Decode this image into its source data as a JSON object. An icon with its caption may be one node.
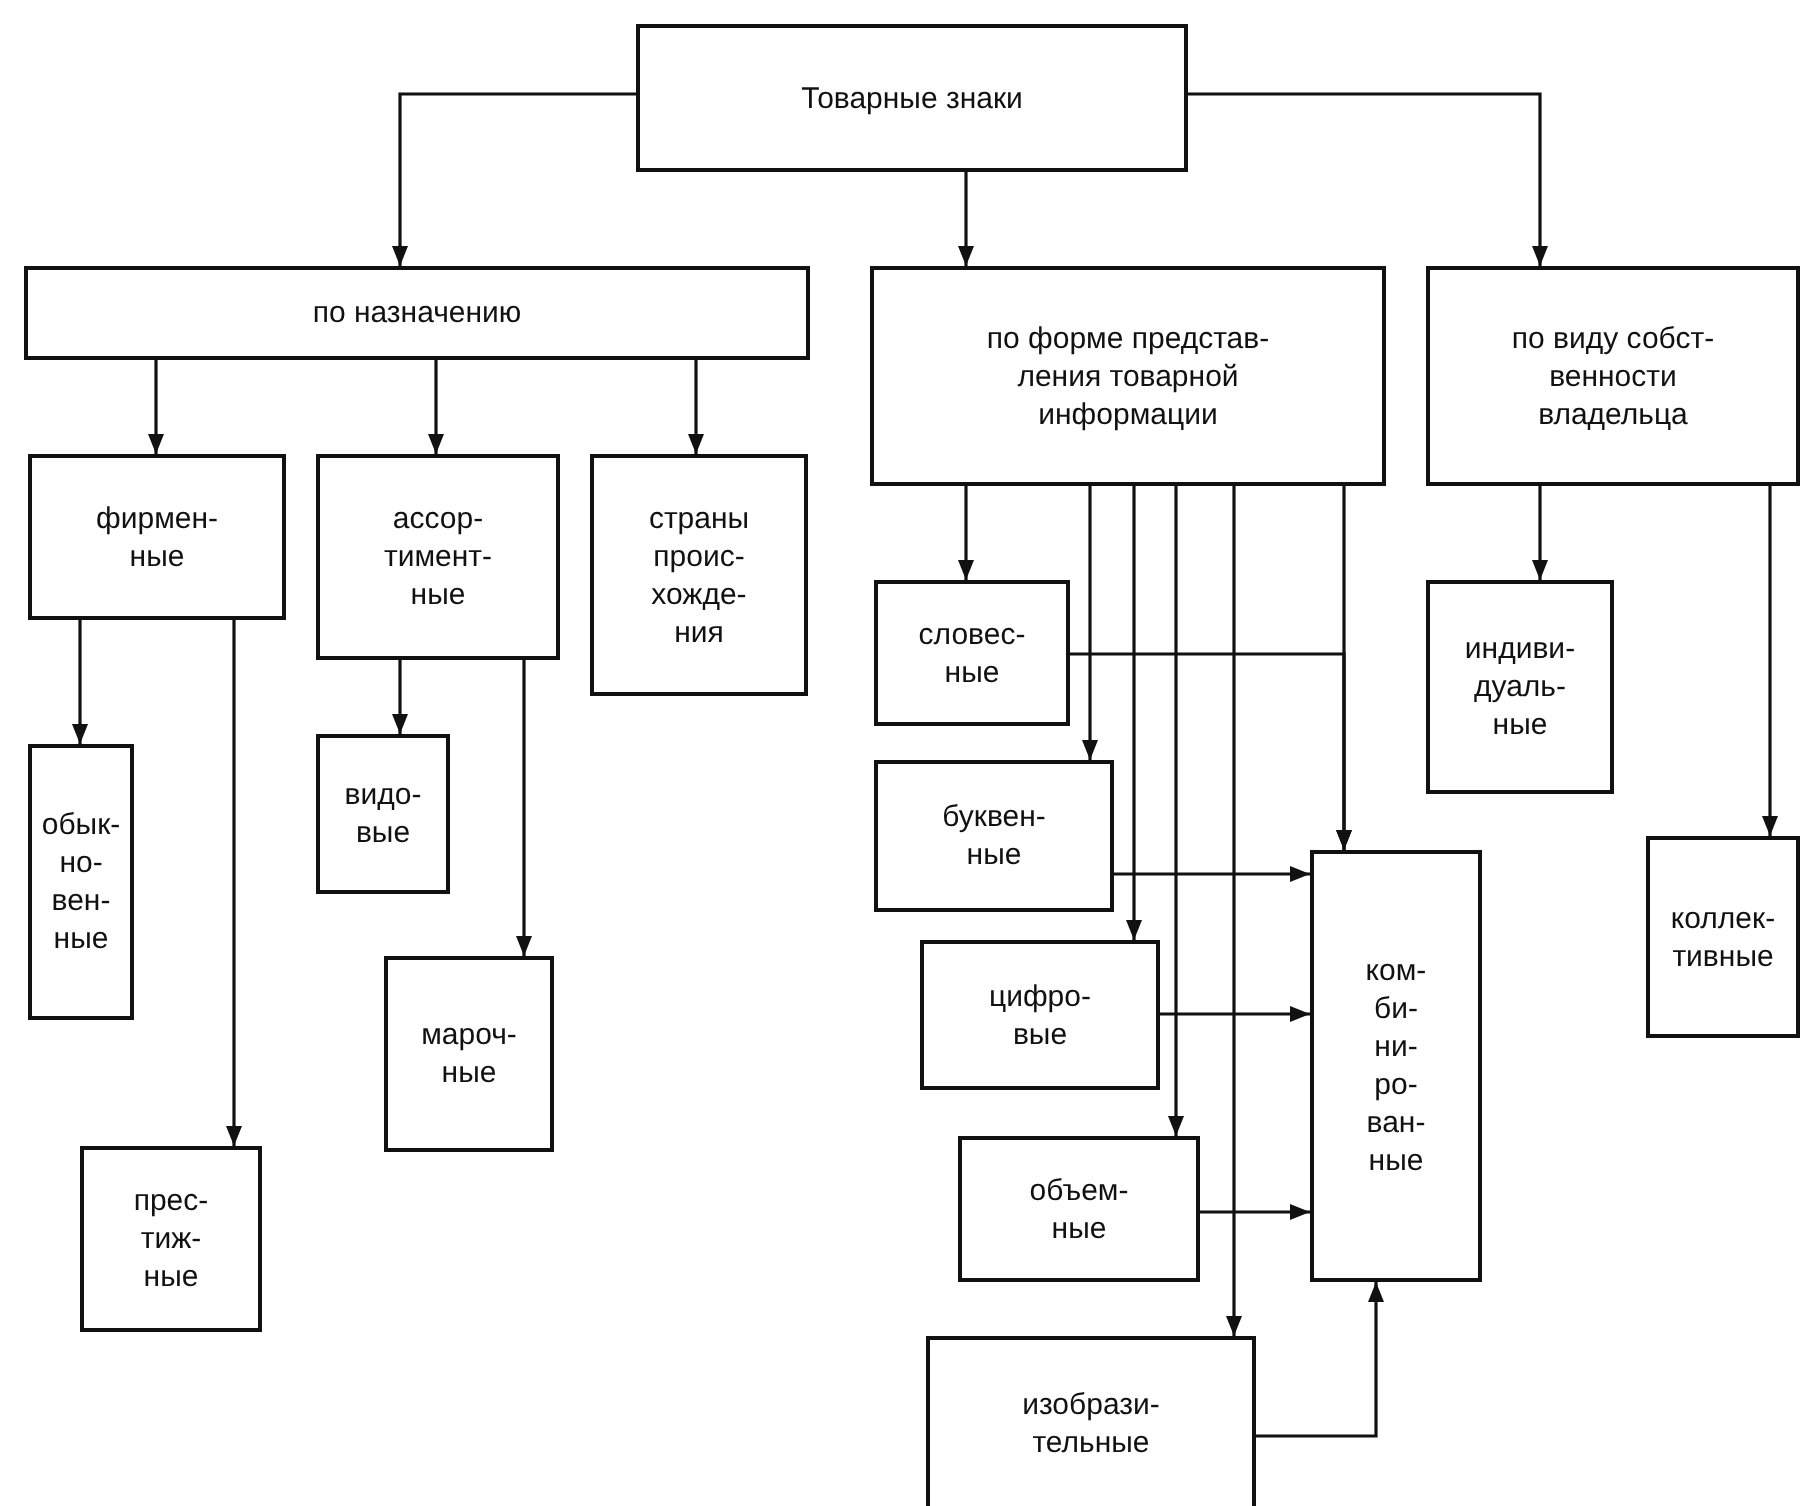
{
  "diagram": {
    "nodes": [
      {
        "text": [
          "Товарные знаки"
        ]
      },
      {
        "text": [
          "по назначению"
        ]
      },
      {
        "text": [
          "по форме представ- ления товарной информации"
        ]
      },
      {
        "text": [
          "по виду собст- венности владельца"
        ]
      },
      {
        "text": [
          "фирмен- ные"
        ]
      },
      {
        "text": [
          "ассор- тимент- ные"
        ]
      },
      {
        "text": [
          "страны проис- хожде- ния"
        ]
      },
      {
        "text": [
          "обык- но- вен- ные"
        ]
      },
      {
        "text": [
          "прес- тиж- ные"
        ]
      },
      {
        "text": [
          "видо- вые"
        ]
      },
      {
        "text": [
          "мароч- ные"
        ]
      },
      {
        "text": [
          "словес- ные"
        ]
      },
      {
        "text": [
          "буквен- ные"
        ]
      },
      {
        "text": [
          "цифро- вые"
        ]
      },
      {
        "text": [
          "объем- ные"
        ]
      },
      {
        "text": [
          "изобрази- тельные"
        ]
      },
      {
        "text": [
          "ком- би- ни- ро- ван- ные"
        ]
      },
      {
        "text": [
          "индиви- дуаль- ные"
        ]
      },
      {
        "text": [
          "коллек- тивные"
        ]
      }
    ],
    "edges": [
      {
        "from": 0,
        "to": 1,
        "arrow": "to"
      },
      {
        "from": 0,
        "to": 2,
        "arrow": "to"
      },
      {
        "from": 0,
        "to": 3,
        "arrow": "to"
      },
      {
        "from": 1,
        "to": 4,
        "arrow": "to"
      },
      {
        "from": 1,
        "to": 5,
        "arrow": "to"
      },
      {
        "from": 1,
        "to": 6,
        "arrow": "to"
      },
      {
        "from": 4,
        "to": 7,
        "arrow": "to"
      },
      {
        "from": 4,
        "to": 8,
        "arrow": "to"
      },
      {
        "from": 5,
        "to": 9,
        "arrow": "to"
      },
      {
        "from": 5,
        "to": 10,
        "arrow": "to"
      },
      {
        "from": 2,
        "to": 11,
        "arrow": "to"
      },
      {
        "from": 2,
        "to": 12,
        "arrow": "to"
      },
      {
        "from": 2,
        "to": 13,
        "arrow": "to"
      },
      {
        "from": 2,
        "to": 14,
        "arrow": "to"
      },
      {
        "from": 2,
        "to": 15,
        "arrow": "to"
      },
      {
        "from": 2,
        "to": 16,
        "arrow": "to"
      },
      {
        "from": 11,
        "to": 16,
        "arrow": "to"
      },
      {
        "from": 12,
        "to": 16,
        "arrow": "to"
      },
      {
        "from": 13,
        "to": 16,
        "arrow": "to"
      },
      {
        "from": 14,
        "to": 16,
        "arrow": "to"
      },
      {
        "from": 15,
        "to": 16,
        "arrow": "to"
      },
      {
        "from": 3,
        "to": 17,
        "arrow": "to"
      },
      {
        "from": 3,
        "to": 18,
        "arrow": "to"
      }
    ]
  }
}
